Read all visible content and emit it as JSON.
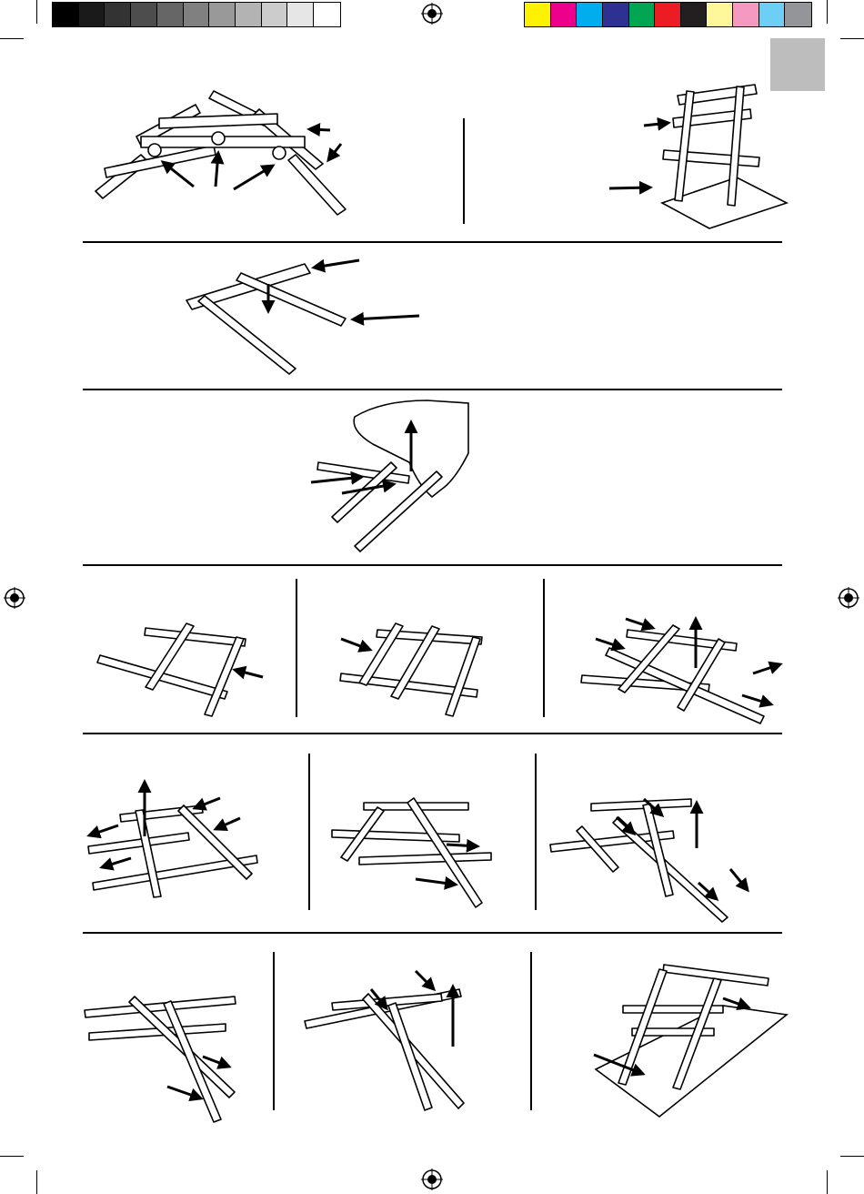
{
  "page": {
    "language_tab_color": "#bdbdbd"
  },
  "color_bar": {
    "grays": [
      "#000000",
      "#1a1a1a",
      "#333333",
      "#4d4d4d",
      "#666666",
      "#808080",
      "#999999",
      "#b3b3b3",
      "#cccccc",
      "#e6e6e6",
      "#ffffff"
    ],
    "colors": [
      "#fff200",
      "#ec008c",
      "#00aeef",
      "#2e3192",
      "#00a651",
      "#ed1c24",
      "#231f20",
      "#fff799",
      "#f49ac1",
      "#6dcff6",
      "#939598"
    ]
  },
  "icons": {
    "registration_mark": "registration-mark-icon",
    "arrow": "arrow-icon"
  },
  "steps": [
    {
      "id": "overview-bridge"
    },
    {
      "id": "overview-bridge-on-base"
    },
    {
      "id": "step-two-sticks"
    },
    {
      "id": "step-hand-lift"
    },
    {
      "id": "step-grid-a"
    },
    {
      "id": "step-grid-b"
    },
    {
      "id": "step-grid-c"
    },
    {
      "id": "step-arch-a"
    },
    {
      "id": "step-arch-b"
    },
    {
      "id": "step-arch-c"
    },
    {
      "id": "step-final-a"
    },
    {
      "id": "step-final-b"
    },
    {
      "id": "step-final-on-base"
    }
  ]
}
